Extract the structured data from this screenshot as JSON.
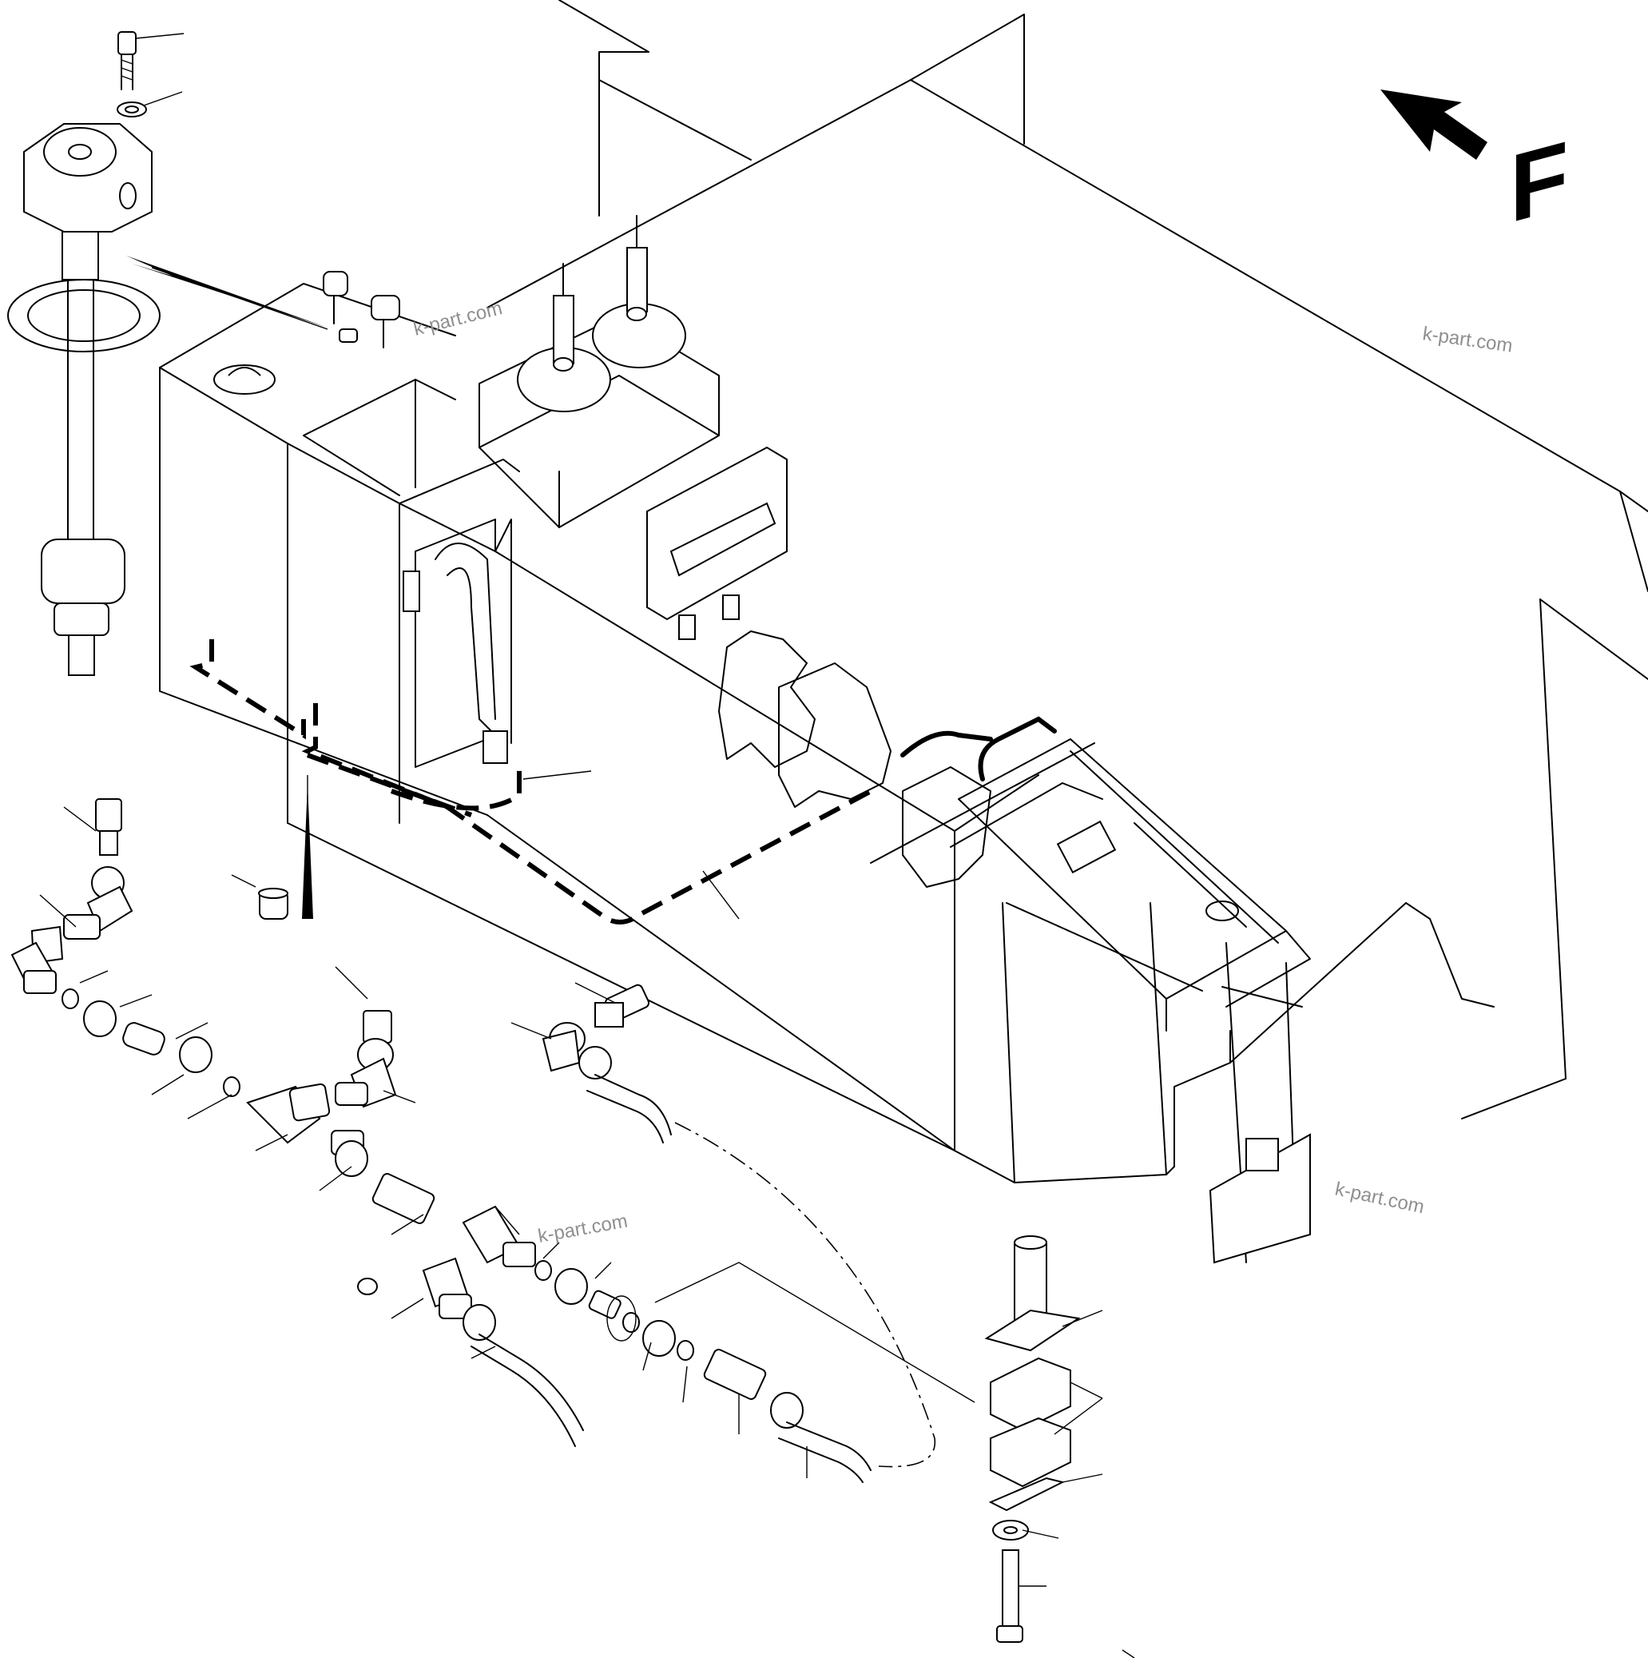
{
  "diagram": {
    "direction_arrow": {
      "label": "F",
      "icon": "direction-arrow-icon"
    },
    "watermarks": [
      "k-part.com",
      "k-part.com",
      "k-part.com",
      "k-part.com"
    ],
    "colors": {
      "line": "#000000",
      "background": "#ffffff",
      "watermark": "#8f8f8f"
    }
  }
}
